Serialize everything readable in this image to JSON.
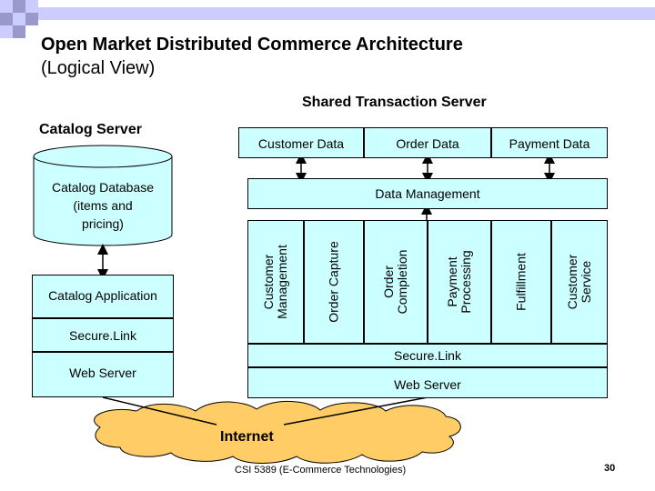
{
  "slide": {
    "title_line1": "Open Market Distributed Commerce Architecture",
    "title_line2": "(Logical View)",
    "footer": "CSI 5389 (E-Commerce Technologies)",
    "page_number": "30"
  },
  "colors": {
    "box_fill": "#ccffff",
    "cloud_fill": "#ffcc66",
    "deco_light": "#ccccff",
    "deco_mid": "#9999cc"
  },
  "catalog": {
    "header": "Catalog Server",
    "database": "Catalog Database\n(items and\npricing)",
    "application": "Catalog Application",
    "securelink": "Secure.Link",
    "webserver": "Web Server"
  },
  "transaction": {
    "header": "Shared Transaction Server",
    "databases": [
      "Customer Data",
      "Order Data",
      "Payment Data"
    ],
    "data_management": "Data Management",
    "modules": [
      "Customer\nManagement",
      "Order Capture",
      "Order\nCompletion",
      "Payment\nProcessing",
      "Fulfillment",
      "Customer\nService"
    ],
    "securelink": "Secure.Link",
    "webserver": "Web Server"
  },
  "network": {
    "label": "Internet"
  }
}
